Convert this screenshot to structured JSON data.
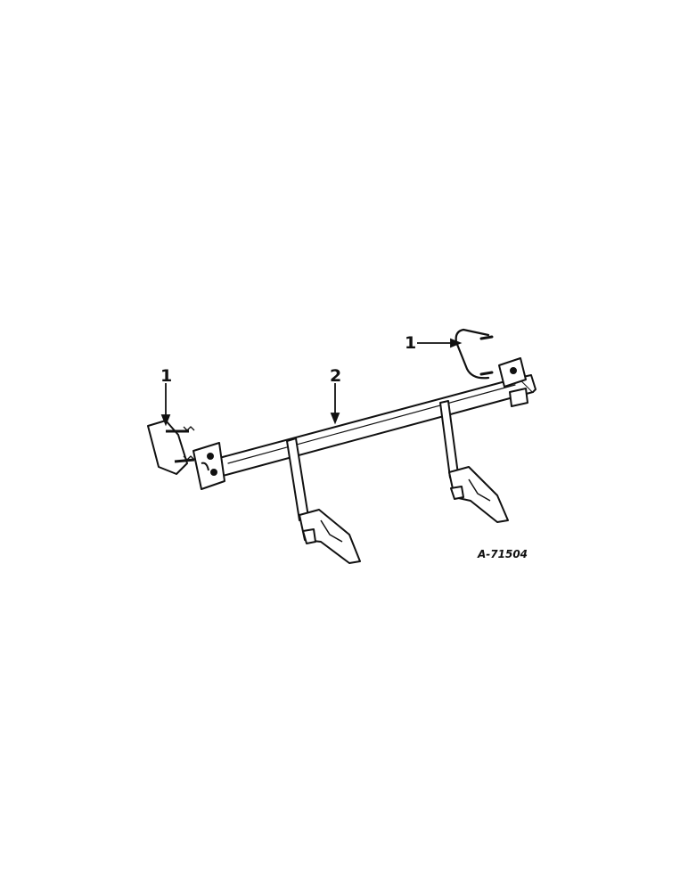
{
  "diagram": {
    "callouts": [
      {
        "id": "left-ubolt",
        "label": "1"
      },
      {
        "id": "toolbar",
        "label": "2"
      },
      {
        "id": "right-ubolt",
        "label": "1"
      }
    ],
    "figure_code": "A-71504",
    "colors": {
      "ink": "#111111",
      "paper": "#ffffff"
    }
  }
}
